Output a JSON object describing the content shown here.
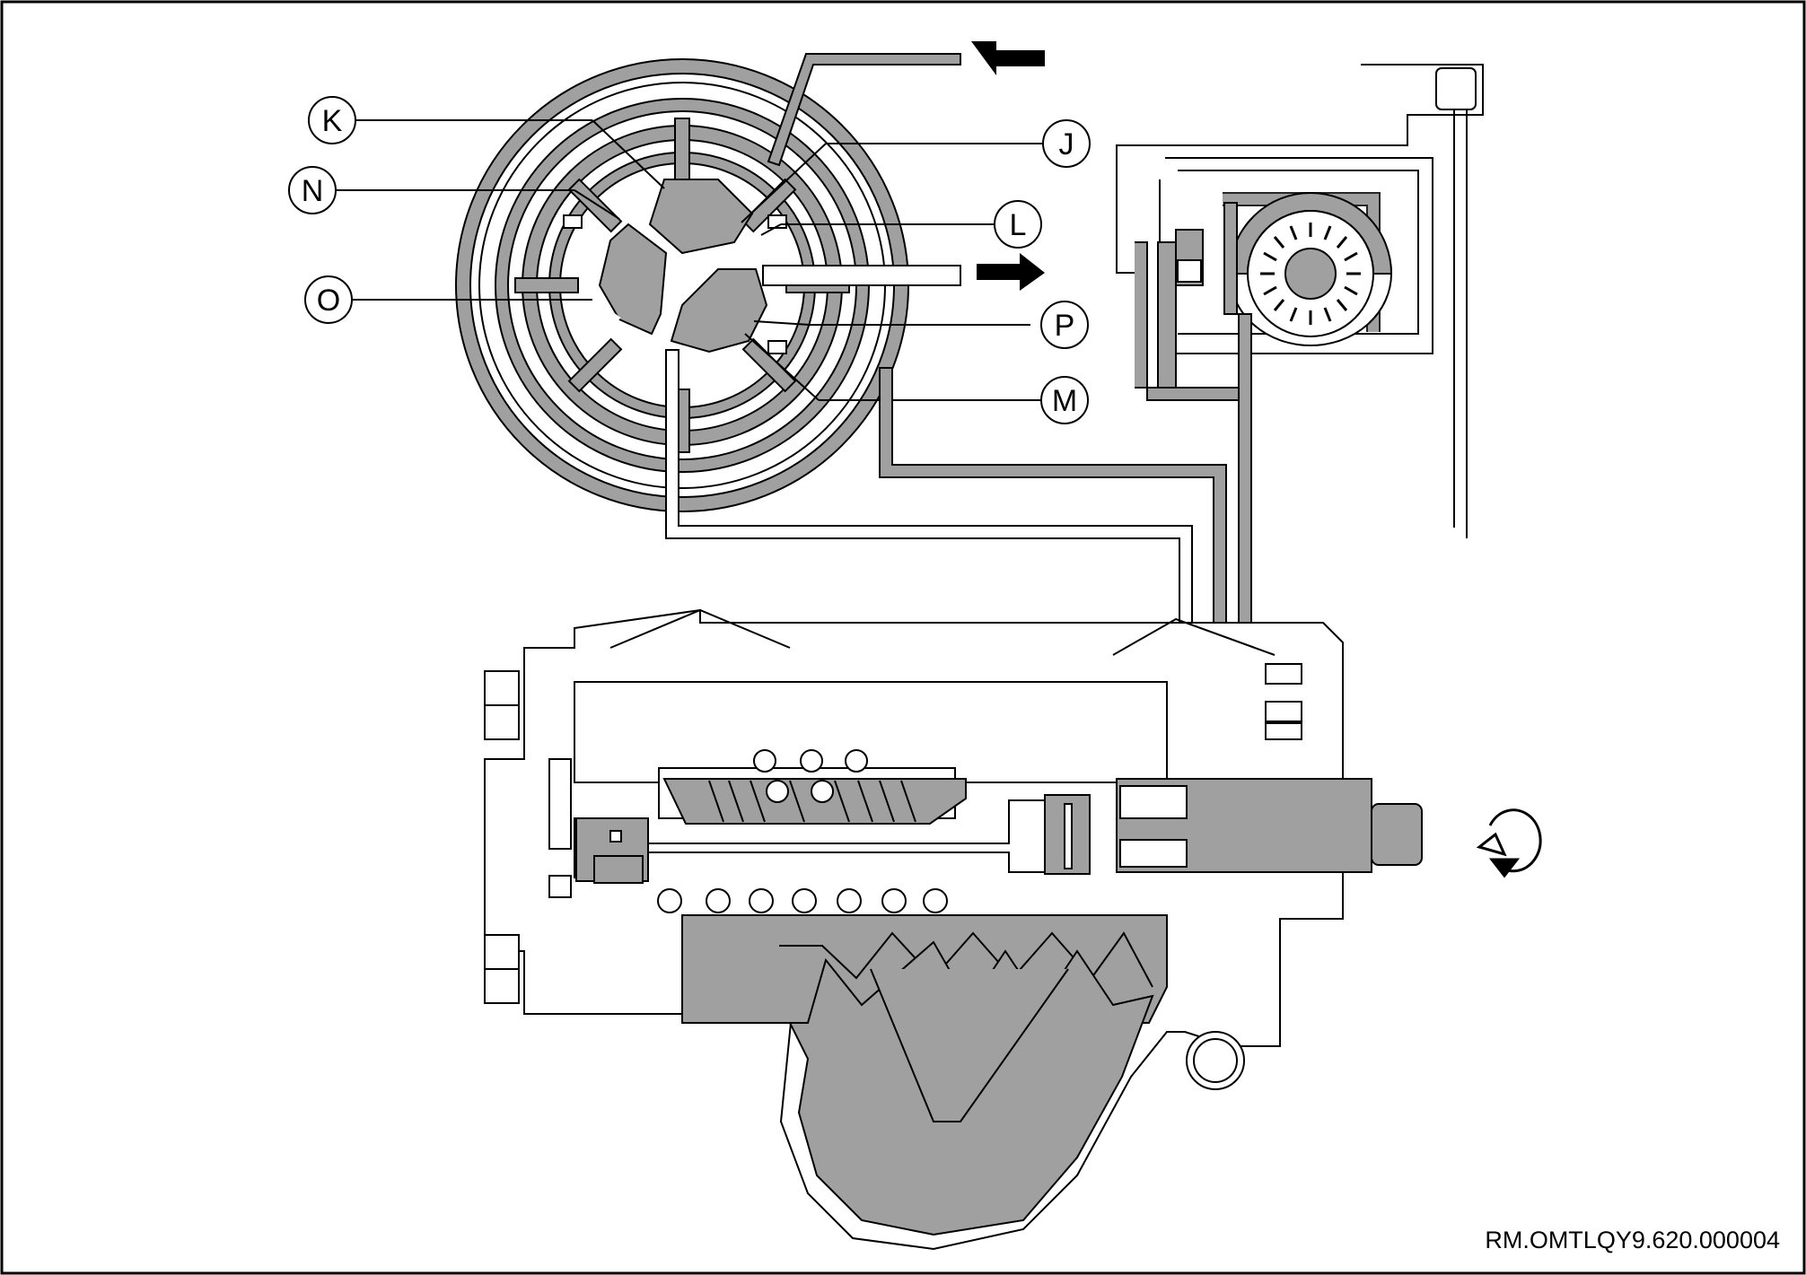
{
  "colors": {
    "fill": "#a0a0a0",
    "line": "#000000",
    "paper": "#ffffff"
  },
  "callouts": {
    "j": "J",
    "k": "K",
    "l": "L",
    "m": "M",
    "n": "N",
    "o": "O",
    "p": "P"
  },
  "footer": {
    "reference": "RM.OMTLQY9.620.000004"
  },
  "icons": {
    "fluid_outflow": "arrow-left-icon",
    "fluid_inflow": "arrow-right-icon",
    "rotation": "rotate-icon"
  }
}
